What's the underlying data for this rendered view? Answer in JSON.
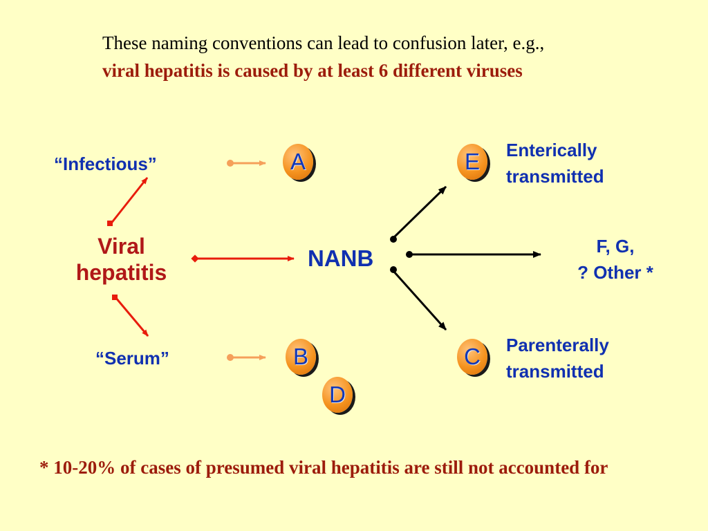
{
  "intro": {
    "plain_text": "These naming conventions can lead to confusion later, e.g.,",
    "highlight_text": "viral hepatitis is caused by at least 6 different viruses"
  },
  "labels": {
    "infectious": "“Infectious”",
    "serum": "“Serum”",
    "viral_hepatitis_line1": "Viral",
    "viral_hepatitis_line2": "hepatitis",
    "nanb": "NANB",
    "enteric_line1": "Enterically",
    "enteric_line2": "transmitted",
    "parenteral_line1": "Parenterally",
    "parenteral_line2": "transmitted",
    "fg_line1": "F, G,",
    "fg_line2": "? Other *"
  },
  "viruses": [
    "A",
    "B",
    "D",
    "E",
    "C"
  ],
  "footnote": "* 10-20% of cases of presumed viral hepatitis are still not accounted for",
  "colors": {
    "background": "#ffffc6",
    "red_arrow": "#e81c0c",
    "orange_arrow": "#f5a05a",
    "black_arrow": "#000000",
    "label_blue": "#1030b0",
    "text_red": "#9c1c0c",
    "circle_orange": "#f5931f"
  }
}
